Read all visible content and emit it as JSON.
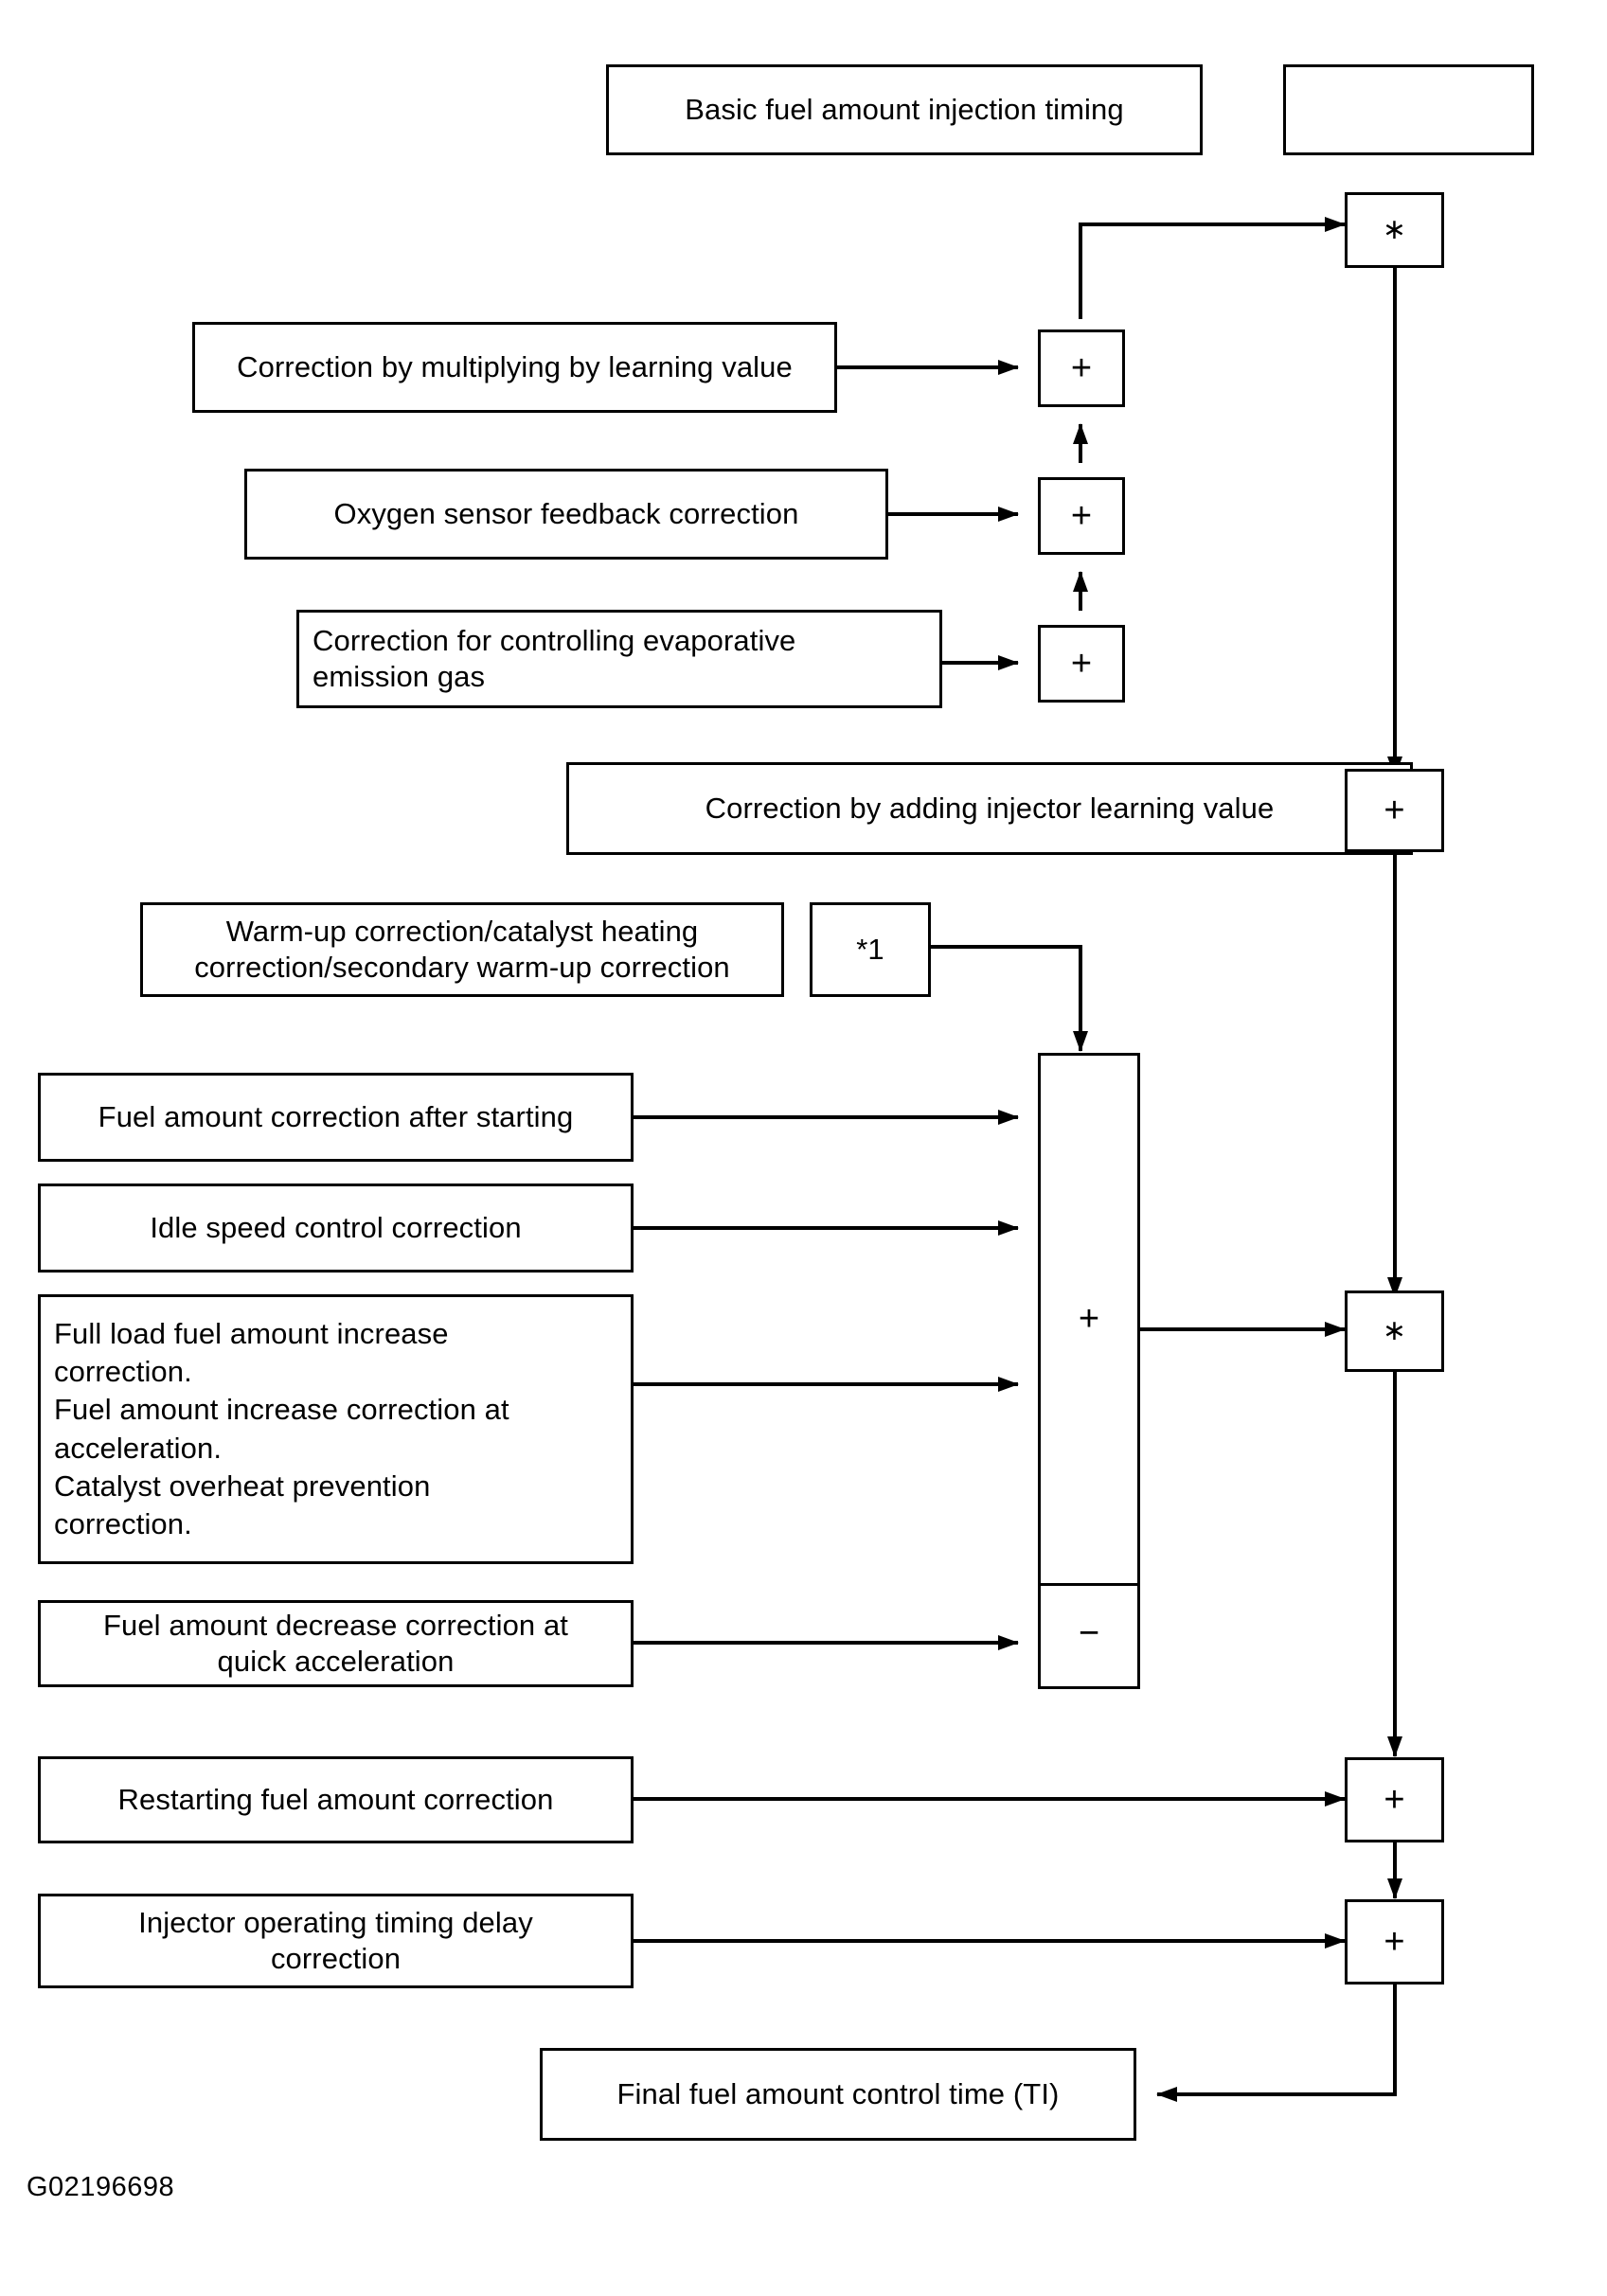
{
  "figure": {
    "id_label": "G02196698",
    "title_box": "Basic fuel amount injection timing",
    "blank_box": "",
    "footnote_marker": "*1"
  },
  "operators": {
    "multiply_symbol": "∗",
    "plus_symbol": "+",
    "minus_symbol": "−"
  },
  "inputs": {
    "learning_multiply": "Correction by multiplying by learning value",
    "oxygen_feedback": "Oxygen sensor feedback correction",
    "evaporative_emission": "Correction for controlling evaporative\nemission gas",
    "injector_learning_add": "Correction by adding injector learning value",
    "warm_up": "Warm-up correction/catalyst heating\ncorrection/secondary warm-up correction",
    "after_starting": "Fuel amount correction after starting",
    "idle_speed": "Idle speed control correction",
    "full_load_group": "Full load fuel amount increase\ncorrection.\nFuel amount increase correction at\nacceleration.\nCatalyst overheat prevention\ncorrection.",
    "quick_accel_decrease": "Fuel amount decrease correction at\nquick acceleration",
    "restarting": "Restarting fuel amount correction",
    "injector_delay": "Injector operating timing delay\ncorrection"
  },
  "output": {
    "final": "Final fuel amount control time (TI)"
  },
  "colors": {
    "line": "#000000",
    "background": "#ffffff"
  }
}
